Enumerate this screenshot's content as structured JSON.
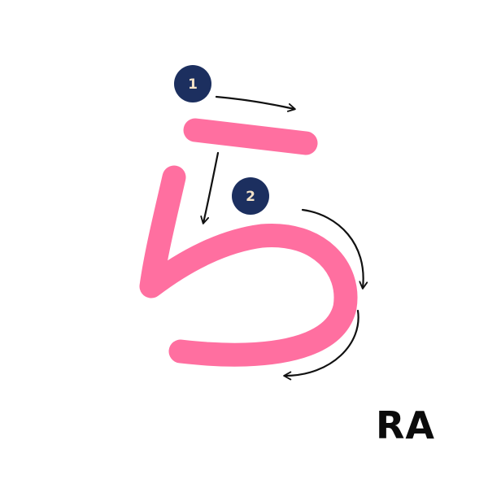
{
  "character": {
    "romaji": "RA",
    "stroke_color": "#ff6fa0",
    "badge_color": "#1c2f5f",
    "badge_text_color": "#f4e3c8",
    "arrow_color": "#111111"
  },
  "strokes": [
    {
      "order": "1"
    },
    {
      "order": "2"
    }
  ]
}
